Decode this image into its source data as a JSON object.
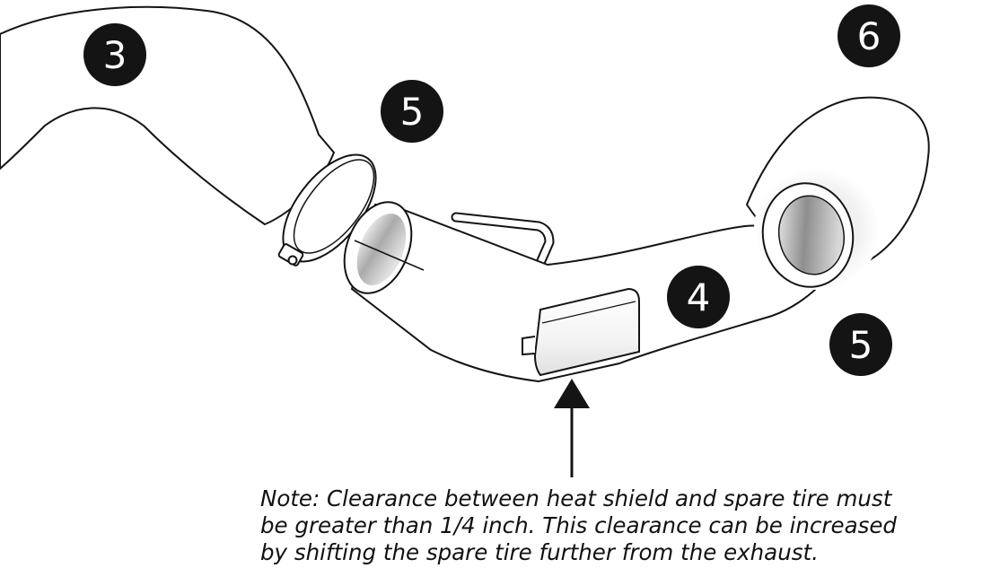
{
  "colors": {
    "line": "#141414",
    "callout_fill": "#141414",
    "callout_text": "#ffffff",
    "pipe_fill": "#ffffff",
    "shade_light": "#ececec",
    "shade_dark": "#9a9a9a",
    "background": "#ffffff"
  },
  "callouts": [
    {
      "id": "callout-3",
      "label": "3",
      "part": "pipe-section"
    },
    {
      "id": "callout-5-clamp",
      "label": "5",
      "part": "clamp"
    },
    {
      "id": "callout-6",
      "label": "6",
      "part": "exhaust-tip"
    },
    {
      "id": "callout-4",
      "label": "4",
      "part": "pipe-with-heat-shield"
    },
    {
      "id": "callout-5-tip-clamp",
      "label": "5",
      "part": "clamp"
    }
  ],
  "note": {
    "lines": [
      "Note: Clearance between heat shield and spare tire must",
      "be greater than 1/4 inch. This clearance can be increased",
      "by shifting the spare tire further from the exhaust."
    ]
  }
}
